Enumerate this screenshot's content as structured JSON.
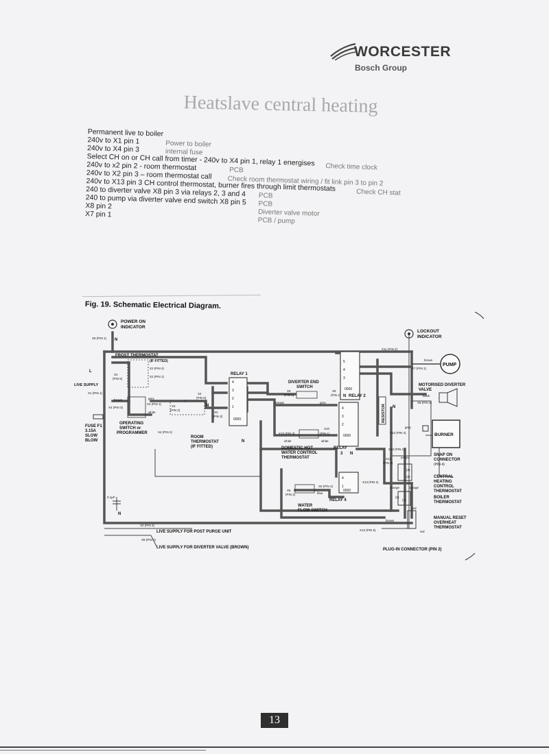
{
  "brand": {
    "name": "WORCESTER",
    "group": "Bosch Group"
  },
  "title": "Heatslave central heating",
  "notes": {
    "lines": [
      "Permanent live to boiler",
      "240v to X1 pin 1",
      "240v to X4 pin 3",
      "Select CH on or CH call from timer - 240v to X4 pin 1, relay 1 energises",
      "240v to x2 pin 2 - room thermostat",
      "240v to X2 pin 3 – room thermostat call",
      "240v to X13 pin 3 CH control thermostat, burner fires through limit thermostats",
      "240 to diverter valve X8 pin 3 via relays 2, 3 and 4",
      "240 to pump via diverter valve end switch X8 pin 5",
      "X8 pin 2",
      "X7 pin 1"
    ],
    "checks": [
      "Power to boiler",
      "internal fuse",
      "Check time clock",
      "PCB",
      "Check room thermostat wiring / fit link pin 3 to pin 2",
      "Check CH stat",
      "PCB",
      "PCB",
      "Diverter valve motor",
      "PCB / pump"
    ]
  },
  "figure": {
    "caption": "Fig. 19. Schematic Electrical Diagram.",
    "labels": {
      "power_on": "POWER ON",
      "indicator": "INDICATOR",
      "lockout": "LOCKOUT",
      "lockout_ind": "INDICATOR",
      "x8_pin1_top": "X8 (PIN 1)",
      "n_top": "N",
      "x11_pin2": "X11 (PIN 2)",
      "frost": "FROST THERMOSTAT",
      "if_fitted": "(IF FITTED)",
      "x2_pin4": "X2 (PIN 4)",
      "x2_pin5a": "X2",
      "x2_pin5b": "(PIN 5)",
      "x2_pin1": "X2 (PIN 1)",
      "l": "L",
      "live_supply": "LIVE SUPPLY",
      "x1_pin1": "X1 (PIN 1)",
      "brown": "brown",
      "x4_pin3": "X4 (PIN 3)",
      "grey": "grey",
      "x4_pin1": "X4 (PIN 1)",
      "white": "white",
      "x2_pin6a": "X2",
      "x2_pin6b": "(PIN 6)",
      "x2_pin2a": "X2",
      "x2_pin2b": "(PIN 2)",
      "n_room": "N",
      "x2_pin3a": "X2",
      "x2_pin3b": "(PIN 3)",
      "relay1": "RELAY 1",
      "n_relay1": "N",
      "operating1": "OPERATING",
      "operating2": "SWITCH or",
      "operating3": "PROGRAMMER",
      "x4_pin2": "X4 (PIN 2)",
      "fuse1": "FUSE F1",
      "fuse2": "3.15A",
      "fuse3": "SLOW",
      "fuse4": "BLOW",
      "room1": "ROOM",
      "room2": "THERMOSTAT",
      "room3": "(IF FITTED)",
      "diverter_end1": "DIVERTER END",
      "diverter_end2": "SWITCH",
      "x8_pin5a": "X8",
      "x8_pin5b": "(PIN 5)",
      "x8_pin2a": "X8",
      "x8_pin2b": "(PIN 2)",
      "orange": "orange",
      "grey2": "grey",
      "relay2": "RELAY 2",
      "n_relay2": "N",
      "resistor": "RESISTOR",
      "pump": "PUMP",
      "x7_pin1": "X7 (PIN 1)",
      "brown_pump": "brown",
      "motorised1": "MOTORISED DIVERTER",
      "motorised2": "VALVE",
      "black": "black",
      "x8_pin3": "X8 (PIN 3)",
      "n_valve": "N",
      "grey_burner": "grey",
      "x12_pin4": "X12 (PIN 4)",
      "burner": "BURNER",
      "x10_pin3": "X10 (PIN 3)",
      "x10_pin1a": "X10",
      "x10_pin1b": "(PIN 1)",
      "white_x10": "white",
      "white_x10b": "white",
      "dhw1": "DOMESTIC HOT",
      "dhw2": "WATER CONTROL",
      "dhw3": "THERMOSTAT",
      "relay3a": "RELAY",
      "relay3b": "3",
      "n_relay3": "N",
      "x13_pin1": "X13 (PIN 1)",
      "x13_pin3a": "X13",
      "x13_pin3b": "(PIN 3)",
      "yellow": "yellow",
      "snap1": "SNAP ON",
      "snap2": "CONNECTOR",
      "snap3": "(PIN 4)",
      "x13_pin2": "X13 (PIN 2)",
      "central1": "CENTRAL",
      "central2": "HEATING",
      "central3": "CONTROL",
      "central4": "THERMOSTAT",
      "orange2": "orange",
      "orange3": "orange",
      "boiler1": "BOILER",
      "boiler2": "THERMOSTAT",
      "x6_pin4": "X6 (PIN 4)",
      "blue": "blue",
      "x6_pin2a": "X6",
      "x6_pin2b": "(PIN 2)",
      "relay4": "RELAY 4",
      "water1": "WATER",
      "water2": "FLOW SWITCH",
      "cap": "0.1µF",
      "n_cap": "N",
      "red": "red",
      "brown_bot": "brown",
      "manual1": "MANUAL RESET",
      "manual2": "OVERHEAT",
      "manual3": "THERMOSTAT",
      "red2": "red",
      "x2_pin3_bot": "X2 (PIN 3)",
      "live_post": "LIVE SUPPLY FOR POST PURGE UNIT",
      "x13_pin5": "X13 (PIN 5)",
      "x8_pin1_bot": "X8 (PIN 1)",
      "live_diverter": "LIVE SUPPLY FOR DIVERTER VALVE (BROWN)",
      "plugin": "PLUG-IN CONNECTOR (PIN 2)",
      "relay_pin4": "4",
      "relay_pin3": "3",
      "relay_pin2": "2",
      "relay_pin1": "1",
      "relay2_pin5": "5",
      "relay2_pin4": "4",
      "relay2_pin3": "3",
      "relay3_pin4": "4",
      "relay3_pin3": "3",
      "relay3_pin2": "2",
      "relay4_pin4": "4",
      "relay4_pin1": "1",
      "ch_pin3": "(3)",
      "ch_pin2": "(2)",
      "ch_pin1": "(1)",
      "boiler_pin1": "(1)",
      "coil": "0000"
    }
  },
  "page_number": "13"
}
